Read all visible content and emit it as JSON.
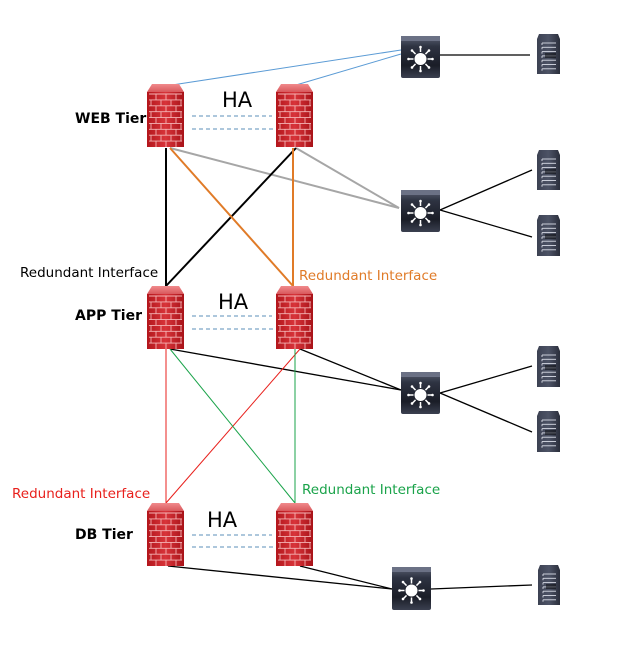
{
  "tiers": [
    {
      "id": "web",
      "label": "WEB Tier",
      "ha_label": "HA"
    },
    {
      "id": "app",
      "label": "APP Tier",
      "ha_label": "HA"
    },
    {
      "id": "db",
      "label": "DB Tier",
      "ha_label": "HA"
    }
  ],
  "redundant_labels": [
    {
      "id": "app-left",
      "text": "Redundant Interface",
      "color": "#000000"
    },
    {
      "id": "app-right",
      "text": "Redundant Interface",
      "color": "#e07b28"
    },
    {
      "id": "db-left",
      "text": "Redundant Interface",
      "color": "#e8201c"
    },
    {
      "id": "db-right",
      "text": "Redundant Interface",
      "color": "#1aa34a"
    }
  ],
  "icons": {
    "firewall": "firewall-icon",
    "switch": "layer3-switch-icon",
    "server": "server-icon"
  },
  "colors": {
    "web_uplink": "#5b9bd5",
    "web_switch_link": "#a6a6a6",
    "web_app_a": "#000000",
    "web_app_b": "#e07b28",
    "app_db_a": "#e8201c",
    "app_db_b": "#1aa34a",
    "ha_link": "#5b8fb9",
    "firewall": "#c8262b",
    "switch": "#2a2f3e"
  },
  "connections": [
    {
      "from": "fw-web-1",
      "to": "sw-1",
      "color_key": "web_uplink"
    },
    {
      "from": "fw-web-2",
      "to": "sw-1",
      "color_key": "web_uplink"
    },
    {
      "from": "sw-1",
      "to": "srv-1",
      "color_key": "plain"
    },
    {
      "from": "fw-web-1",
      "to": "sw-2",
      "color_key": "web_switch_link"
    },
    {
      "from": "fw-web-2",
      "to": "sw-2",
      "color_key": "web_switch_link"
    },
    {
      "from": "sw-2",
      "to": "srv-2",
      "color_key": "plain"
    },
    {
      "from": "sw-2",
      "to": "srv-3",
      "color_key": "plain"
    },
    {
      "from": "fw-web-1",
      "to": "fw-app-1",
      "color_key": "web_app_a"
    },
    {
      "from": "fw-web-2",
      "to": "fw-app-1",
      "color_key": "web_app_a"
    },
    {
      "from": "fw-web-1",
      "to": "fw-app-2",
      "color_key": "web_app_b"
    },
    {
      "from": "fw-web-2",
      "to": "fw-app-2",
      "color_key": "web_app_b"
    },
    {
      "from": "fw-app-1",
      "to": "sw-3",
      "color_key": "plain"
    },
    {
      "from": "fw-app-2",
      "to": "sw-3",
      "color_key": "plain"
    },
    {
      "from": "sw-3",
      "to": "srv-4",
      "color_key": "plain"
    },
    {
      "from": "sw-3",
      "to": "srv-5",
      "color_key": "plain"
    },
    {
      "from": "fw-app-1",
      "to": "fw-db-1",
      "color_key": "app_db_a"
    },
    {
      "from": "fw-app-2",
      "to": "fw-db-1",
      "color_key": "app_db_a"
    },
    {
      "from": "fw-app-1",
      "to": "fw-db-2",
      "color_key": "app_db_b"
    },
    {
      "from": "fw-app-2",
      "to": "fw-db-2",
      "color_key": "app_db_b"
    },
    {
      "from": "fw-db-1",
      "to": "sw-4",
      "color_key": "plain"
    },
    {
      "from": "fw-db-2",
      "to": "sw-4",
      "color_key": "plain"
    },
    {
      "from": "sw-4",
      "to": "srv-6",
      "color_key": "plain"
    }
  ]
}
